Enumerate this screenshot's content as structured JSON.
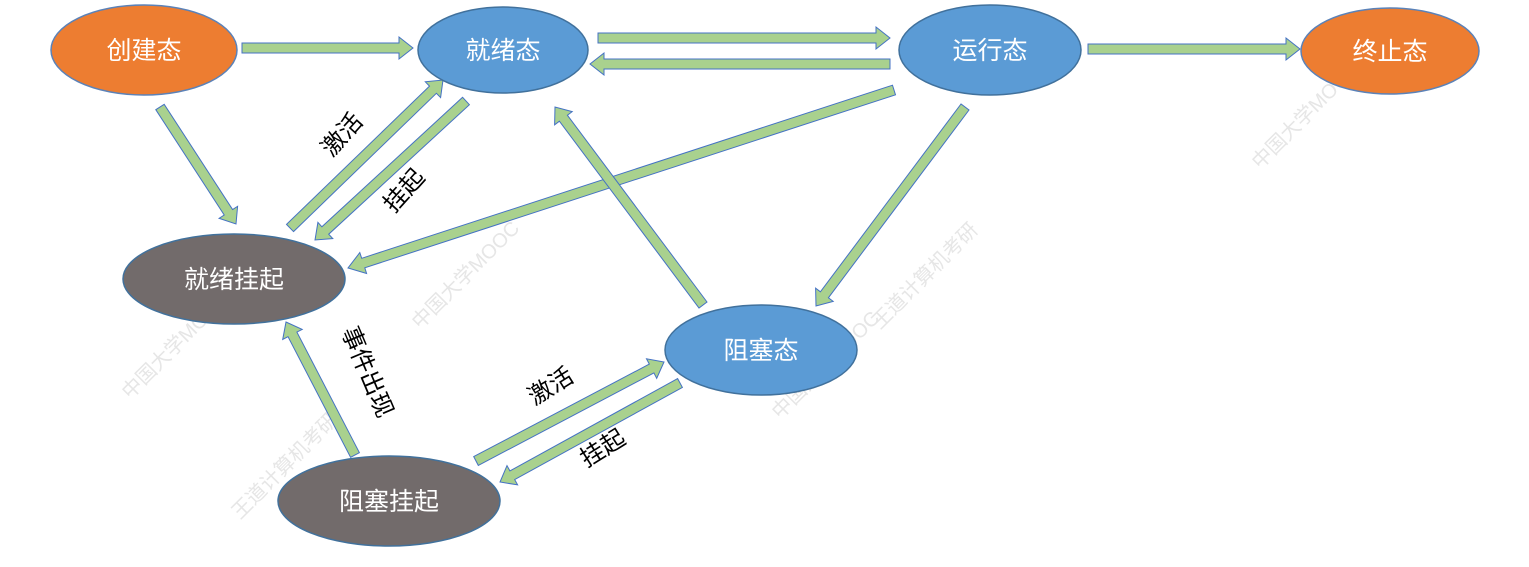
{
  "colors": {
    "new_state": "#ED7D31",
    "active_state": "#5B9BD5",
    "suspended_state": "#726B6B",
    "arrow_fill": "#A9D18E",
    "arrow_stroke": "#4472C4"
  },
  "nodes": {
    "create": "创建态",
    "ready": "就绪态",
    "running": "运行态",
    "terminated": "终止态",
    "ready_suspend": "就绪挂起",
    "blocked": "阻塞态",
    "blocked_suspend": "阻塞挂起"
  },
  "edge_labels": {
    "activate_ready": "激活",
    "suspend_ready": "挂起",
    "event_occurs": "事件出现",
    "activate_blocked": "激活",
    "suspend_blocked": "挂起"
  },
  "watermark": {
    "text1": "中国大学MOOC",
    "text2": "王道计算机考研"
  }
}
